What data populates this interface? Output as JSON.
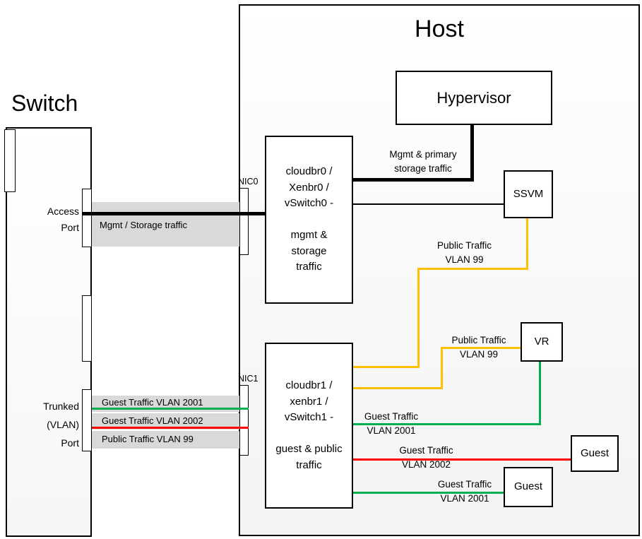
{
  "titles": {
    "host": "Host",
    "switch": "Switch"
  },
  "colors": {
    "green": "#00b050",
    "red": "#ff0000",
    "orange": "#ffc000",
    "band": "#d9d9d9"
  },
  "ports": {
    "access": "Access\nPort",
    "trunk": "Trunked\n(VLAN)\nPort",
    "nic0": "NIC0",
    "nic1": "NIC1"
  },
  "nodes": {
    "hypervisor": "Hypervisor",
    "bridge0": "cloudbr0 /\nXenbr0 /\nvSwitch0 -\n\nmgmt &\nstorage\ntraffic",
    "bridge1": "cloudbr1 /\nxenbr1 /\nvSwitch1 -\n\nguest & public\ntraffic",
    "ssvm": "SSVM",
    "vr": "VR",
    "guest_a": "Guest",
    "guest_b": "Guest"
  },
  "bands": {
    "mgmt": "Mgmt / Storage traffic",
    "vlan2001": "Guest Traffic VLAN 2001",
    "vlan2002": "Guest Traffic VLAN 2002",
    "vlan99": "Public Traffic VLAN 99"
  },
  "flows": {
    "mgmt_primary": "Mgmt & primary\nstorage traffic",
    "public_ssvm": "Public Traffic\nVLAN 99",
    "public_vr": "Public Traffic\nVLAN 99",
    "guest_vr": "Guest Traffic\nVLAN 2001",
    "guest_2002": "Guest Traffic\nVLAN 2002",
    "guest_2001": "Guest Traffic\nVLAN 2001"
  }
}
